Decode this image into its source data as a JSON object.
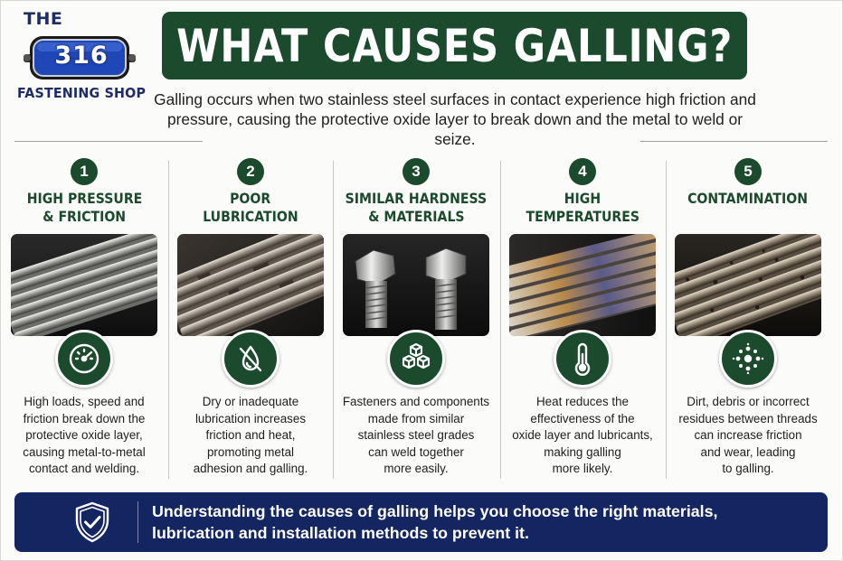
{
  "logo": {
    "the": "THE",
    "number": "316",
    "shop": "FASTENING SHOP",
    "colors": {
      "navy": "#1e2d63",
      "badge_blue": "#1f47b8"
    }
  },
  "title": "WHAT CAUSES GALLING?",
  "intro": "Galling occurs when two stainless steel surfaces in contact experience high friction and pressure, causing the protective oxide layer to break down and the metal to weld or seize.",
  "colors": {
    "green": "#1c4a2d",
    "navy": "#142662"
  },
  "causes": [
    {
      "number": "1",
      "heading_line1": "HIGH PRESSURE",
      "heading_line2": "& FRICTION",
      "icon": "gauge-icon",
      "description": "High loads, speed and\nfriction break down the\nprotective oxide layer,\ncausing metal-to-metal\ncontact and welding."
    },
    {
      "number": "2",
      "heading_line1": "POOR",
      "heading_line2": "LUBRICATION",
      "icon": "no-oil-drop-icon",
      "description": "Dry or inadequate\nlubrication increases\nfriction and heat,\npromoting metal\nadhesion and galling."
    },
    {
      "number": "3",
      "heading_line1": "SIMILAR HARDNESS",
      "heading_line2": "& MATERIALS",
      "icon": "cubes-icon",
      "description": "Fasteners and components\nmade from similar\nstainless steel grades\ncan weld together\nmore easily."
    },
    {
      "number": "4",
      "heading_line1": "HIGH",
      "heading_line2": "TEMPERATURES",
      "icon": "thermometer-icon",
      "description": "Heat reduces the\neffectiveness of the\noxide layer and lubricants,\nmaking galling\nmore likely."
    },
    {
      "number": "5",
      "heading_line1": "CONTAMINATION",
      "heading_line2": "",
      "icon": "particles-icon",
      "description": "Dirt, debris or incorrect\nresidues between threads\ncan increase friction\nand wear, leading\nto galling."
    }
  ],
  "footer": {
    "icon": "shield-check-icon",
    "text": "Understanding the causes of galling helps you choose the right materials, lubrication and installation methods to prevent it."
  }
}
